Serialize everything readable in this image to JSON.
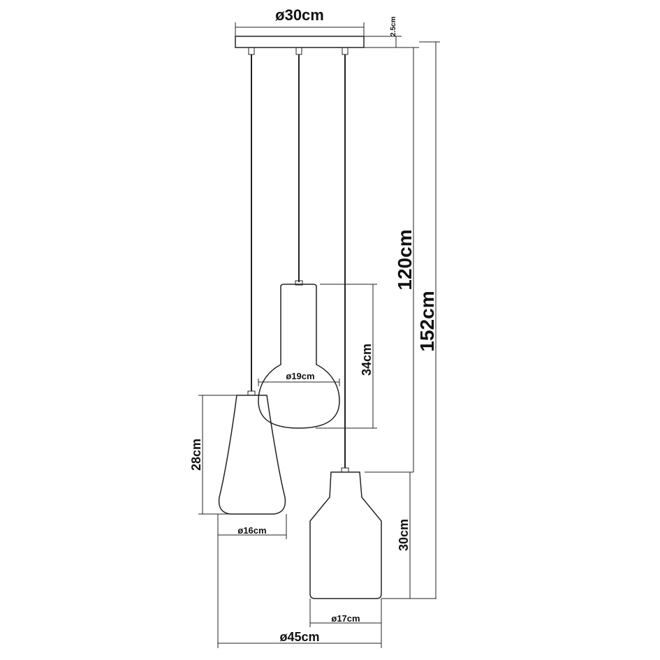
{
  "labels": {
    "canopy_diameter": "ø30cm",
    "canopy_height": "2.5cm",
    "cable_length": "120cm",
    "total_height": "152cm",
    "middle_height": "34cm",
    "middle_diameter": "ø19cm",
    "left_height": "28cm",
    "left_diameter": "ø16cm",
    "right_height": "30cm",
    "right_diameter": "ø17cm",
    "overall_width": "ø45cm"
  },
  "colors": {
    "line": "#222222",
    "text": "#111111",
    "background": "#ffffff"
  }
}
